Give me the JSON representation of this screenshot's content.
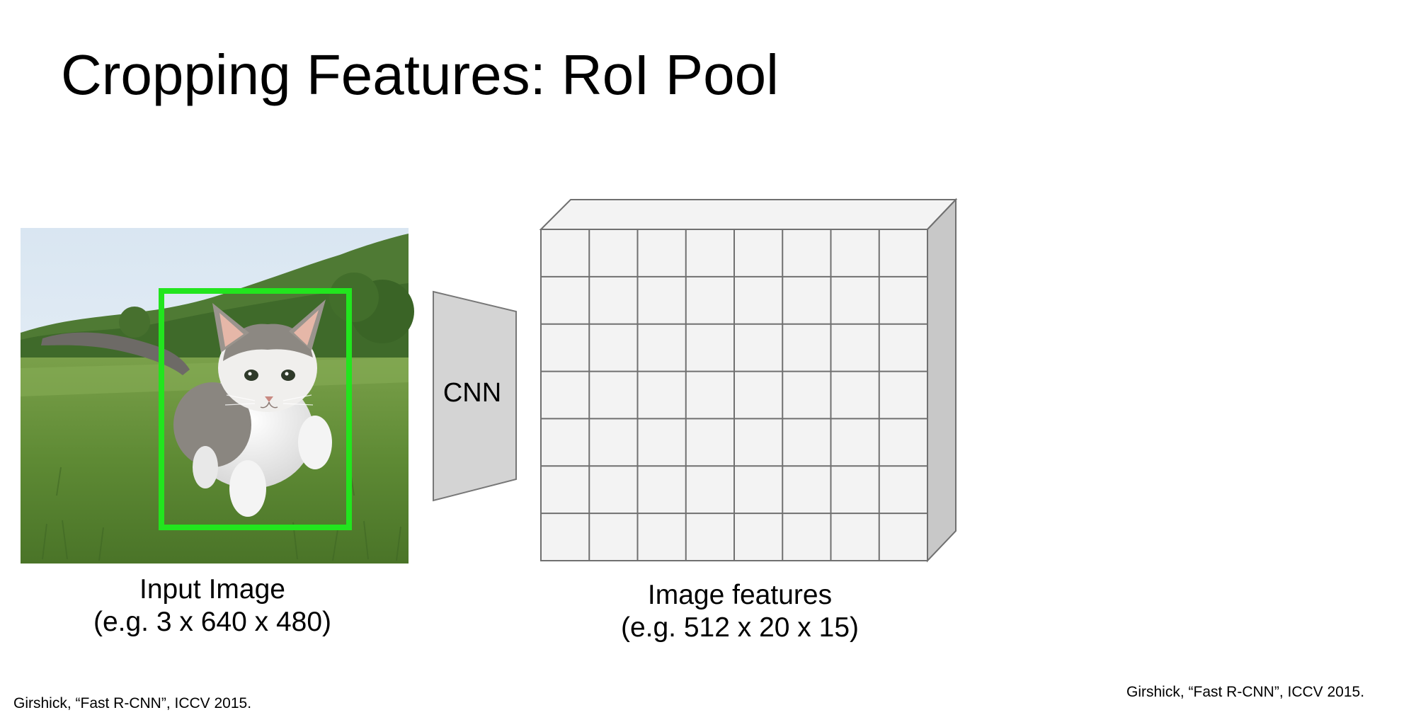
{
  "slide": {
    "title": "Cropping Features: RoI Pool"
  },
  "diagram": {
    "cnn_label": "CNN",
    "input_caption": [
      "Input Image",
      "(e.g. 3 x 640 x 480)"
    ],
    "feature_caption": [
      "Image features",
      "(e.g. 512 x 20 x 15)"
    ],
    "feature_grid": {
      "columns": 8,
      "rows": 7
    },
    "roi_box_color": "#22e51e",
    "feature_face_color": "#f3f3f3",
    "cnn_fill_color": "#d4d4d4"
  },
  "citations": {
    "left": "Girshick, “Fast R-CNN”, ICCV 2015.",
    "right": "Girshick, “Fast R-CNN”, ICCV 2015."
  }
}
